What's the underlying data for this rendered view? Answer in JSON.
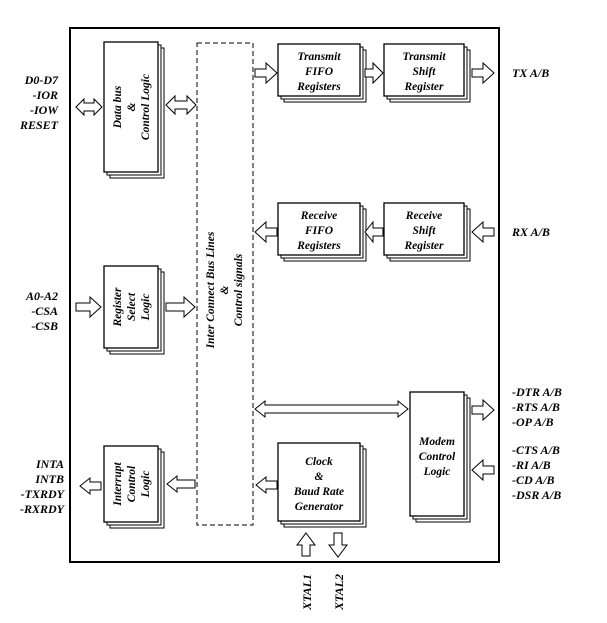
{
  "diagram": {
    "blocks": {
      "data_bus": [
        "Data bus",
        "&",
        "Control Logic"
      ],
      "register_select": [
        "Register",
        "Select",
        "Logic"
      ],
      "interrupt": [
        "Interrupt",
        "Control",
        "Logic"
      ],
      "interconnect": [
        "Inter Connect Bus Lines",
        "&",
        "Control signals"
      ],
      "transmit_fifo": [
        "Transmit",
        "FIFO",
        "Registers"
      ],
      "transmit_shift": [
        "Transmit",
        "Shift",
        "Register"
      ],
      "receive_fifo": [
        "Receive",
        "FIFO",
        "Registers"
      ],
      "receive_shift": [
        "Receive",
        "Shift",
        "Register"
      ],
      "modem": [
        "Modem",
        "Control",
        "Logic"
      ],
      "clock": [
        "Clock",
        "&",
        "Baud Rate",
        "Generator"
      ]
    },
    "signals": {
      "data_bus": [
        "D0-D7",
        "-IOR",
        "-IOW",
        "RESET"
      ],
      "address": [
        "A0-A2",
        "-CSA",
        "-CSB"
      ],
      "interrupt": [
        "INTA",
        "INTB",
        "-TXRDY",
        "-RXRDY"
      ],
      "tx": "TX A/B",
      "rx": "RX A/B",
      "modem_out": [
        "-DTR A/B",
        "-RTS A/B",
        "-OP A/B"
      ],
      "modem_in": [
        "-CTS A/B",
        "-RI A/B",
        "-CD A/B",
        "-DSR A/B"
      ],
      "xtal1": "XTAL1",
      "xtal2": "XTAL2"
    }
  }
}
